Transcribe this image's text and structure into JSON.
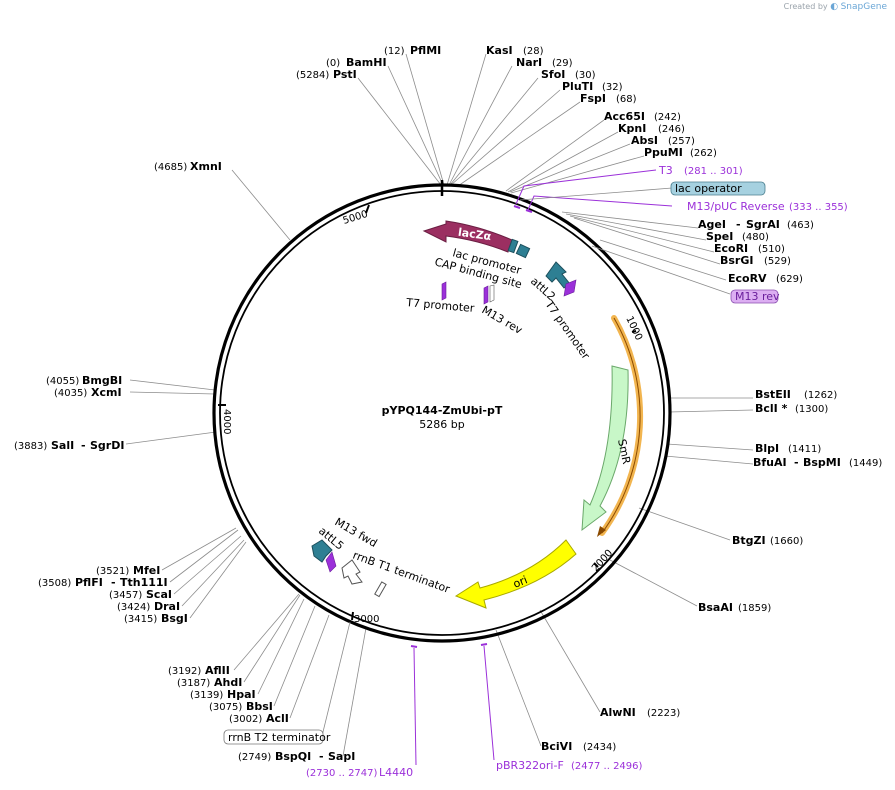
{
  "credit": {
    "created_by": "Created by",
    "brand": "SnapGene"
  },
  "plasmid": {
    "name": "pYPQ144-ZmUbi-pT",
    "size": "5286 bp"
  },
  "ticks": [
    "1000",
    "2000",
    "3000",
    "4000",
    "5000"
  ],
  "sites": {
    "pflmi": {
      "pos": "(12)",
      "name": "PflMI"
    },
    "bamhi": {
      "pos": "(0)",
      "name": "BamHI"
    },
    "psti": {
      "pos": "(5284)",
      "name": "PstI"
    },
    "kasi": {
      "name": "KasI",
      "pos": "(28)"
    },
    "nari": {
      "name": "NarI",
      "pos": "(29)"
    },
    "sfoi": {
      "name": "SfoI",
      "pos": "(30)"
    },
    "pluti": {
      "name": "PluTI",
      "pos": "(32)"
    },
    "fspi": {
      "name": "FspI",
      "pos": "(68)"
    },
    "acc65i": {
      "name": "Acc65I",
      "pos": "(242)"
    },
    "kpni": {
      "name": "KpnI",
      "pos": "(246)"
    },
    "absi": {
      "name": "AbsI",
      "pos": "(257)"
    },
    "ppumi": {
      "name": "PpuMI",
      "pos": "(262)"
    },
    "agei": {
      "name": "AgeI",
      "sep": "-",
      "name2": "SgrAI",
      "pos": "(463)"
    },
    "spei": {
      "name": "SpeI",
      "pos": "(480)"
    },
    "ecori": {
      "name": "EcoRI",
      "pos": "(510)"
    },
    "bsrgi": {
      "name": "BsrGI",
      "pos": "(529)"
    },
    "ecorv": {
      "name": "EcoRV",
      "pos": "(629)"
    },
    "xmni": {
      "pos": "(4685)",
      "name": "XmnI"
    },
    "bsteii": {
      "name": "BstEII",
      "pos": "(1262)"
    },
    "bcli": {
      "name": "BclI *",
      "pos": "(1300)"
    },
    "blpi": {
      "name": "BlpI",
      "pos": "(1411)"
    },
    "bfuai": {
      "name": "BfuAI",
      "sep": "-",
      "name2": "BspMI",
      "pos": "(1449)"
    },
    "btgzi": {
      "name": "BtgZI",
      "pos": "(1660)"
    },
    "bsaai": {
      "name": "BsaAI",
      "pos": "(1859)"
    },
    "alwni": {
      "name": "AlwNI",
      "pos": "(2223)"
    },
    "bcivi": {
      "name": "BciVI",
      "pos": "(2434)"
    },
    "bmgbi": {
      "pos": "(4055)",
      "name": "BmgBI"
    },
    "xcmi": {
      "pos": "(4035)",
      "name": "XcmI"
    },
    "sali": {
      "pos": "(3883)",
      "name": "SalI",
      "sep": "-",
      "name2": "SgrDI"
    },
    "mfei": {
      "pos": "(3521)",
      "name": "MfeI"
    },
    "pflfi": {
      "pos": "(3508)",
      "name": "PflFI",
      "sep": "-",
      "name2": "Tth111I"
    },
    "scai": {
      "pos": "(3457)",
      "name": "ScaI"
    },
    "drai": {
      "pos": "(3424)",
      "name": "DraI"
    },
    "bsgi": {
      "pos": "(3415)",
      "name": "BsgI"
    },
    "aflii": {
      "pos": "(3192)",
      "name": "AflII"
    },
    "ahdi": {
      "pos": "(3187)",
      "name": "AhdI"
    },
    "hpai": {
      "pos": "(3139)",
      "name": "HpaI"
    },
    "bbsi": {
      "pos": "(3075)",
      "name": "BbsI"
    },
    "acli": {
      "pos": "(3002)",
      "name": "AclI"
    },
    "bspqi": {
      "pos": "(2749)",
      "name": "BspQI",
      "sep": "-",
      "name2": "SapI"
    }
  },
  "primers": {
    "t3": {
      "name": "T3",
      "range": "(281 .. 301)"
    },
    "m13puc": {
      "name": "M13/pUC Reverse",
      "range": "(333 .. 355)"
    },
    "m13rev_box": {
      "name": "M13 rev"
    },
    "l4440": {
      "range": "(2730 .. 2747)",
      "name": "L4440"
    },
    "pbr322": {
      "name": "pBR322ori-F",
      "range": "(2477 .. 2496)"
    }
  },
  "features": {
    "lac_operator": "lac operator",
    "lacza": "lacZα",
    "lac_promoter": "lac promoter",
    "cap_site": "CAP binding site",
    "attl2": "attL2",
    "t7_promoter_left": "T7 promoter",
    "m13_rev_inner": "M13 rev",
    "t7_promoter_right": "T7 promoter",
    "smr": "SmR",
    "ori": "ori",
    "m13_fwd": "M13 fwd",
    "attl5": "attL5",
    "rrnb_t1": "rrnB T1 terminator",
    "rrnb_t2": "rrnB T2 terminator"
  },
  "colors": {
    "lacza": "#9b2f61",
    "att": "#2e7f93",
    "smr": "#c8f7c8",
    "smr_stroke": "#6aa86a",
    "ori": "#ffff00",
    "ori_stroke": "#a8a800",
    "orange_arc": "#f0a830",
    "primer": "#9b30d9",
    "lac_operator_fill": "#a6d1e0",
    "m13rev_fill": "#dcaef2"
  }
}
